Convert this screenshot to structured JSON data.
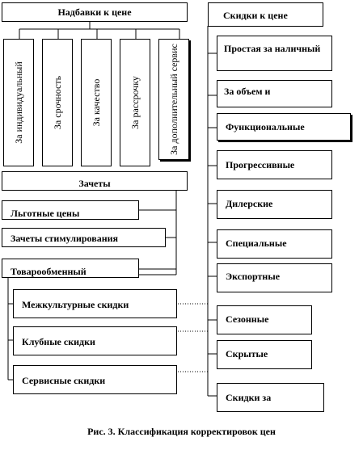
{
  "left": {
    "markup_title": "Надбавки к цене",
    "markups": [
      "За индивидуальный",
      "За срочность",
      "За качество",
      "За рассрочку",
      "За дополнительный сервис"
    ],
    "offsets_title": "Зачеты",
    "offsets": [
      "Льготные цены",
      "Зачеты стимулирования",
      "Товарообменный"
    ],
    "discounts": [
      "Межкультурные  скидки",
      "Клубные скидки",
      "Сервисные скидки"
    ]
  },
  "right": {
    "title": "Скидки к цене",
    "items": [
      "Простая за наличный",
      "За объем и",
      "Функциональные",
      "Прогрессивные",
      "Дилерские",
      "Специальные",
      "Экспортные",
      "Сезонные",
      "Скрытые",
      "Скидки за"
    ]
  },
  "caption": "Рис. 3. Классификация корректировок цен"
}
